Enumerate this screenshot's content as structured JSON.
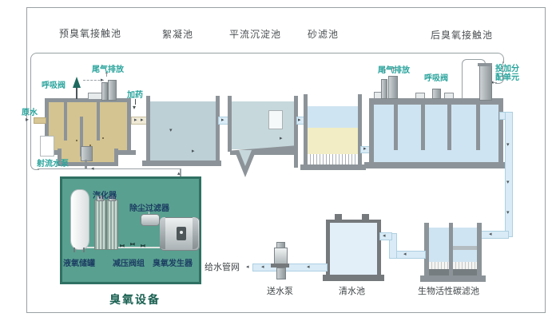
{
  "titles": {
    "pre_ozone": "预臭氧接触池",
    "flocculation": "絮凝池",
    "sedimentation": "平流沉淀池",
    "sand_filter": "砂滤池",
    "post_ozone": "后臭氧接触池"
  },
  "pre_ozone_area": {
    "tail_gas": "尾气排放",
    "breather_valve": "呼吸阀",
    "raw_water": "原水",
    "dosing": "加药",
    "jet_pump": "射流水泵"
  },
  "post_ozone_area": {
    "tail_gas": "尾气排放",
    "breather_valve": "呼吸阀",
    "dosing_unit_line1": "投加分",
    "dosing_unit_line2": "配单元"
  },
  "ozone_plant": {
    "vaporizer": "汽化器",
    "dust_filter": "除尘过滤器",
    "lox_tank": "液氧储罐",
    "pressure_valves": "减压阀组",
    "generator": "臭氧发生器",
    "caption": "臭氧设备"
  },
  "bottom_row": {
    "supply_network": "给水管网",
    "delivery_pump": "送水泵",
    "clear_tank": "清水池",
    "bac_filter": "生物活性碳滤池"
  },
  "colors": {
    "teal_label": "#2aa49d",
    "navy_label": "#1c3e63",
    "caption_green": "#1a6152",
    "ozone_box_fill": "#59a090",
    "ozone_box_border": "#2f7163",
    "wall_gray": "#8d9499",
    "water_blue": "#cfe4f2",
    "water_tan": "#d4c491",
    "floc_water": "#bdd0d5",
    "sand_yellow": "#f2edc4",
    "pipe_blue": "#d9ebf6"
  }
}
